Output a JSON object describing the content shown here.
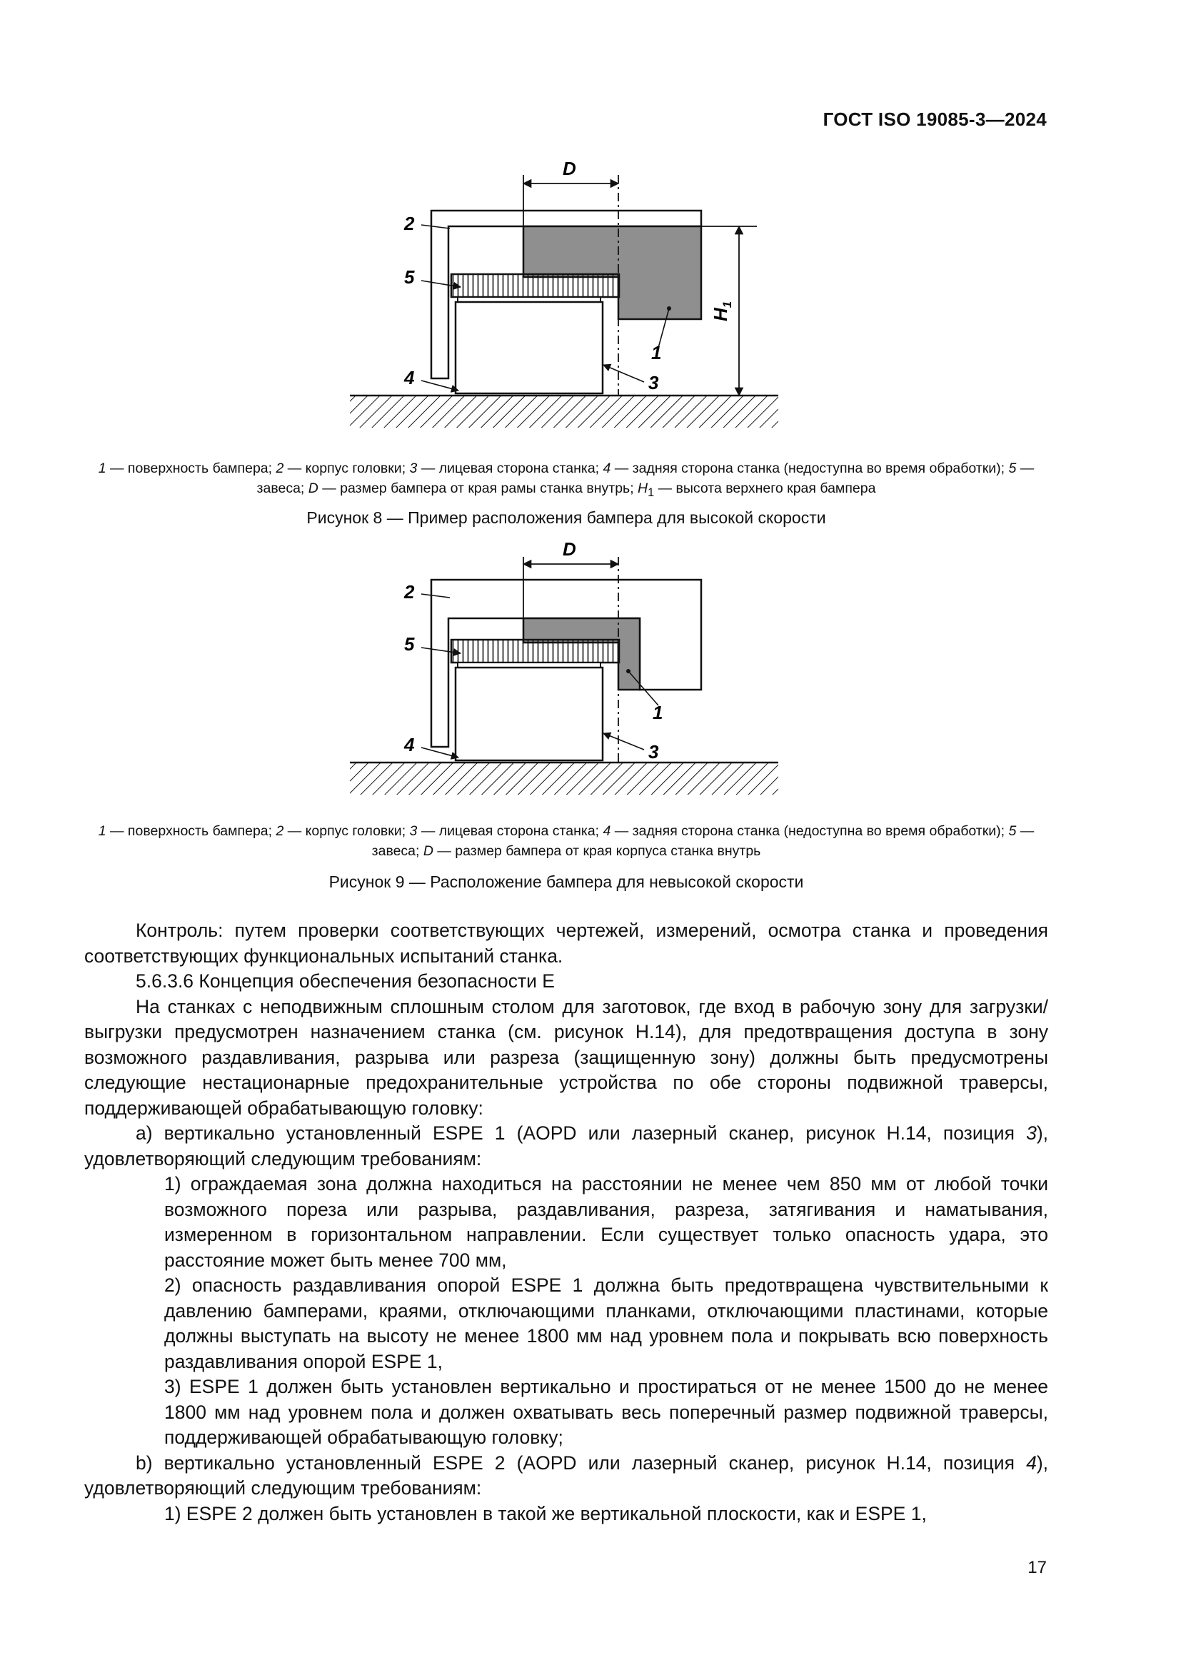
{
  "header": {
    "doc_id": "ГОСТ ISO 19085-3—2024"
  },
  "page_number": "17",
  "figure8": {
    "labels": {
      "l1": "1",
      "l2": "2",
      "l3": "3",
      "l4": "4",
      "l5": "5",
      "dim_D": "D",
      "dim_H": "H",
      "dim_H_sub": "1"
    },
    "legend": {
      "k1": "1",
      "t1": " — поверхность бампера; ",
      "k2": "2",
      "t2": " — корпус головки; ",
      "k3": "3",
      "t3": " — лицевая сторона станка; ",
      "k4": "4",
      "t4": " — задняя сторона станка (недоступна во время обработки); ",
      "k5": "5",
      "t5": " — завеса; ",
      "kD": "D",
      "tD": " — размер бампера от края рамы станка внутрь; ",
      "kH": "H",
      "kHsub": "1",
      "tH": " — высота верхнего края бампера"
    },
    "caption": "Рисунок 8 — Пример расположения бампера для высокой скорости"
  },
  "figure9": {
    "labels": {
      "l1": "1",
      "l2": "2",
      "l3": "3",
      "l4": "4",
      "l5": "5",
      "dim_D": "D"
    },
    "legend": {
      "k1": "1",
      "t1": " — поверхность бампера; ",
      "k2": "2",
      "t2": " — корпус головки; ",
      "k3": "3",
      "t3": " — лицевая сторона станка; ",
      "k4": "4",
      "t4": " — задняя сторона станка (недоступна во время обработки); ",
      "k5": "5",
      "t5": " — завеса; ",
      "kD": "D",
      "tD": " — размер бампера от края корпуса станка внутрь"
    },
    "caption": "Рисунок 9 — Расположение бампера для невысокой скорости"
  },
  "body": {
    "p1": "Контроль: путем проверки соответствующих чертежей, измерений, осмотра станка и проведения соответствующих функциональных испытаний станка.",
    "p2": "5.6.3.6 Концепция обеспечения безопасности Е",
    "p3": "На станках с неподвижным сплошным столом для заготовок, где вход в рабочую зону для загрузки/выгрузки предусмотрен назначением станка (см. рисунок Н.14), для предотвращения доступа в зону возможного раздавливания, разрыва или разреза (защищенную зону) должны быть предусмотрены следующие нестационарные предохранительные устройства по обе стороны подвижной траверсы, поддерживающей обрабатывающую головку:",
    "p4_a": "а) вертикально установленный ESPE 1 (AOPD или лазерный сканер, рисунок Н.14, позиция ",
    "p4_pos": "3",
    "p4_b": "), удовлетворяющий следующим требованиям:",
    "p5": "1) ограждаемая зона должна находиться на расстоянии не менее чем 850 мм от любой точки возможного пореза или разрыва, раздавливания, разреза, затягивания и наматывания, измеренном в горизонтальном направлении. Если существует только опасность удара, это расстояние может быть менее 700 мм,",
    "p6": "2) опасность раздавливания опорой ESPE 1 должна быть предотвращена чувствительными к давлению бамперами, краями, отключающими планками, отключающими пластинами, которые должны выступать на высоту не менее 1800 мм над уровнем пола и покрывать всю поверхность раздавливания опорой ESPE 1,",
    "p7": "3) ESPE 1 должен быть установлен вертикально и простираться от не менее 1500 до не менее 1800 мм над уровнем пола и должен охватывать весь поперечный размер подвижной траверсы, поддерживающей обрабатывающую головку;",
    "p8_a": "b) вертикально установленный ESPE 2 (AOPD или лазерный сканер, рисунок Н.14, позиция ",
    "p8_pos": "4",
    "p8_b": "), удовлетворяющий следующим требованиям:",
    "p9": "1) ESPE 2 должен быть установлен в такой же вертикальной плоскости, как и ESPE 1,"
  }
}
